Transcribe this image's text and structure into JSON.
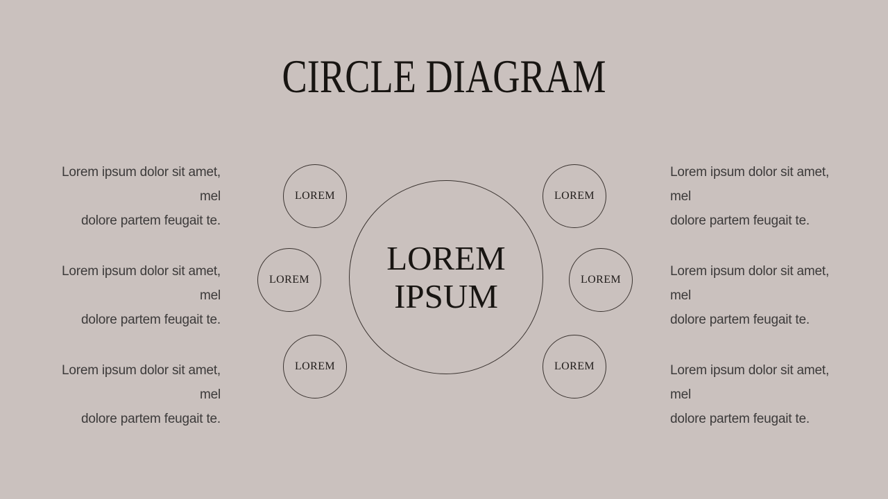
{
  "slide": {
    "title": "CIRCLE DIAGRAM"
  },
  "colors": {
    "background": "#cac1be",
    "outline": "#39322f",
    "heading_text": "#181512",
    "body_text": "#3c3a3a"
  },
  "diagram": {
    "center_circle": {
      "lines": [
        "LOREM",
        "IPSUM"
      ]
    },
    "satellites": [
      {
        "id": "top-left",
        "label": "LOREM"
      },
      {
        "id": "middle-left",
        "label": "LOREM"
      },
      {
        "id": "bottom-left",
        "label": "LOREM"
      },
      {
        "id": "top-right",
        "label": "LOREM"
      },
      {
        "id": "middle-right",
        "label": "LOREM"
      },
      {
        "id": "bottom-right",
        "label": "LOREM"
      }
    ]
  },
  "text_blocks": {
    "left": [
      {
        "lines": [
          "Lorem ipsum dolor sit amet, mel",
          "dolore partem feugait te."
        ]
      },
      {
        "lines": [
          "Lorem ipsum dolor sit amet, mel",
          "dolore partem feugait te."
        ]
      },
      {
        "lines": [
          "Lorem ipsum dolor sit amet, mel",
          "dolore partem feugait te."
        ]
      }
    ],
    "right": [
      {
        "lines": [
          "Lorem ipsum dolor sit amet, mel",
          "dolore partem feugait te."
        ]
      },
      {
        "lines": [
          "Lorem ipsum dolor sit amet, mel",
          "dolore partem feugait te."
        ]
      },
      {
        "lines": [
          "Lorem ipsum dolor sit amet, mel",
          "dolore partem feugait te."
        ]
      }
    ]
  }
}
